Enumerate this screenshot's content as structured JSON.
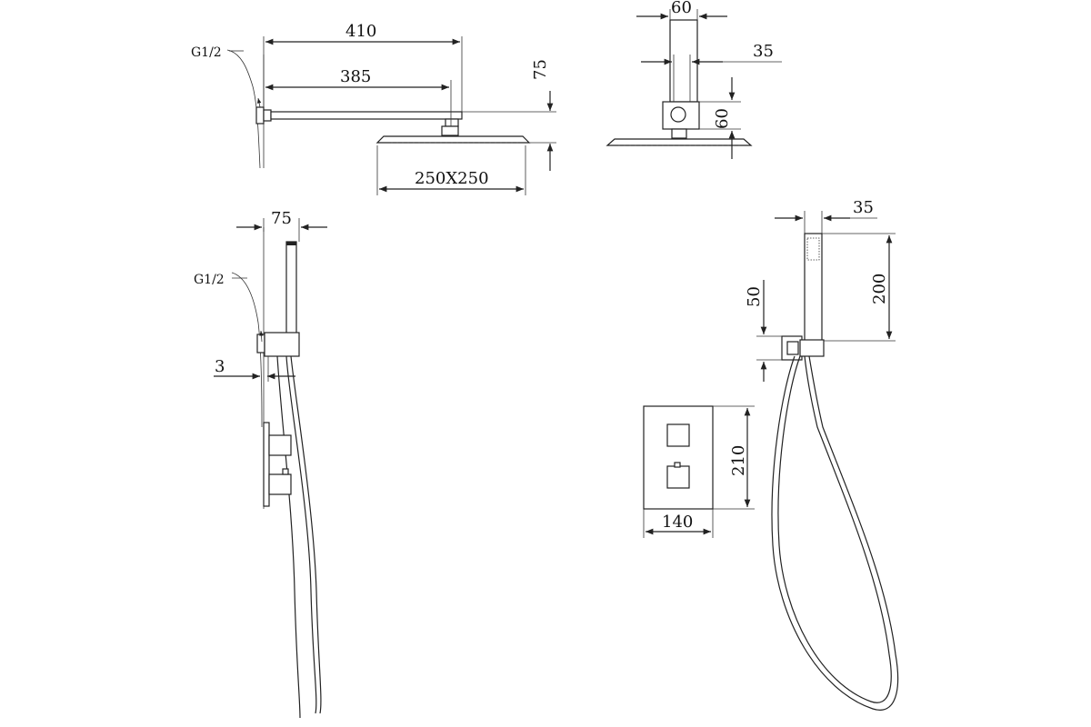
{
  "diagram": {
    "views": {
      "head_side": {
        "thread_label": "G1/2",
        "dim_arm_total": "410",
        "dim_arm_to_head": "385",
        "dim_height": "75",
        "dim_head_size": "250X250"
      },
      "head_front": {
        "dim_top_width": "60",
        "dim_arm_width": "35",
        "dim_joint_height": "60"
      },
      "hand_side": {
        "dim_width": "75",
        "thread_label": "G1/2",
        "dim_offset": "3"
      },
      "hand_front": {
        "dim_width": "35",
        "dim_holder_height": "50",
        "dim_handset_height": "200"
      },
      "valve_front": {
        "dim_height": "210",
        "dim_width": "140"
      }
    }
  }
}
